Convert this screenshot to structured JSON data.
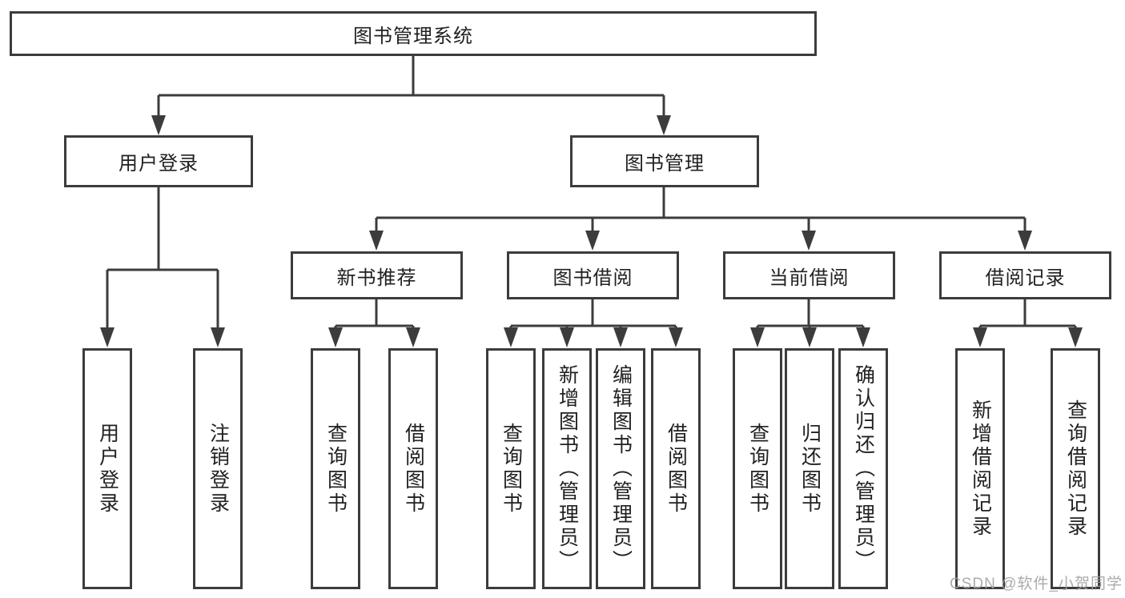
{
  "tree": {
    "root_label": "图书管理系统",
    "branches": [
      {
        "label": "用户登录",
        "children": [
          {
            "label": "用户登录"
          },
          {
            "label": "注销登录"
          }
        ]
      },
      {
        "label": "图书管理",
        "children": [
          {
            "label": "新书推荐",
            "children": [
              {
                "label": "查询图书"
              },
              {
                "label": "借阅图书"
              }
            ]
          },
          {
            "label": "图书借阅",
            "children": [
              {
                "label": "查询图书"
              },
              {
                "label": "新增图书（管理员）"
              },
              {
                "label": "编辑图书（管理员）"
              },
              {
                "label": "借阅图书"
              }
            ]
          },
          {
            "label": "当前借阅",
            "children": [
              {
                "label": "查询图书"
              },
              {
                "label": "归还图书"
              },
              {
                "label": "确认归还（管理员）"
              }
            ]
          },
          {
            "label": "借阅记录",
            "children": [
              {
                "label": "新增借阅记录"
              },
              {
                "label": "查询借阅记录"
              }
            ]
          }
        ]
      }
    ]
  },
  "watermark": "CSDN @软件_小贺同学",
  "colors": {
    "line": "#3c3c3c",
    "text": "#212121",
    "watermark": "#a3a3a3",
    "background": "#ffffff"
  }
}
